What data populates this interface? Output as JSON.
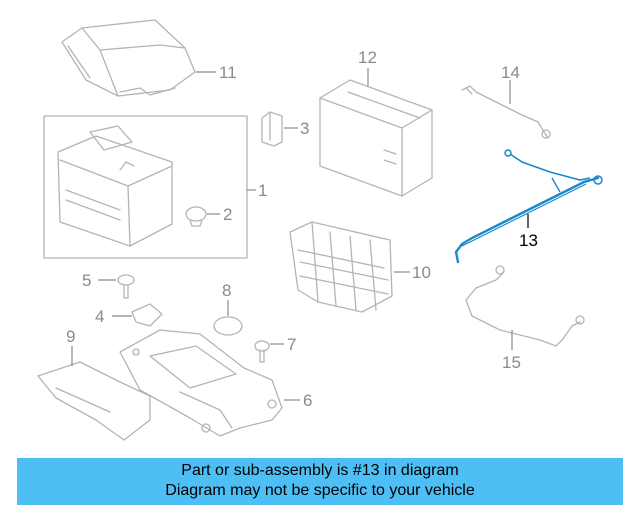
{
  "diagram": {
    "callouts": {
      "n1": "1",
      "n2": "2",
      "n3": "3",
      "n4": "4",
      "n5": "5",
      "n6": "6",
      "n7": "7",
      "n8": "8",
      "n9": "9",
      "n10": "10",
      "n11": "11",
      "n12": "12",
      "n13": "13",
      "n14": "14",
      "n15": "15"
    },
    "highlight_color": "#1a88cc"
  },
  "banner": {
    "line1": "Part or sub-assembly is #13 in diagram",
    "line2": "Diagram may not be specific to your vehicle",
    "color": "#4dbff5"
  }
}
